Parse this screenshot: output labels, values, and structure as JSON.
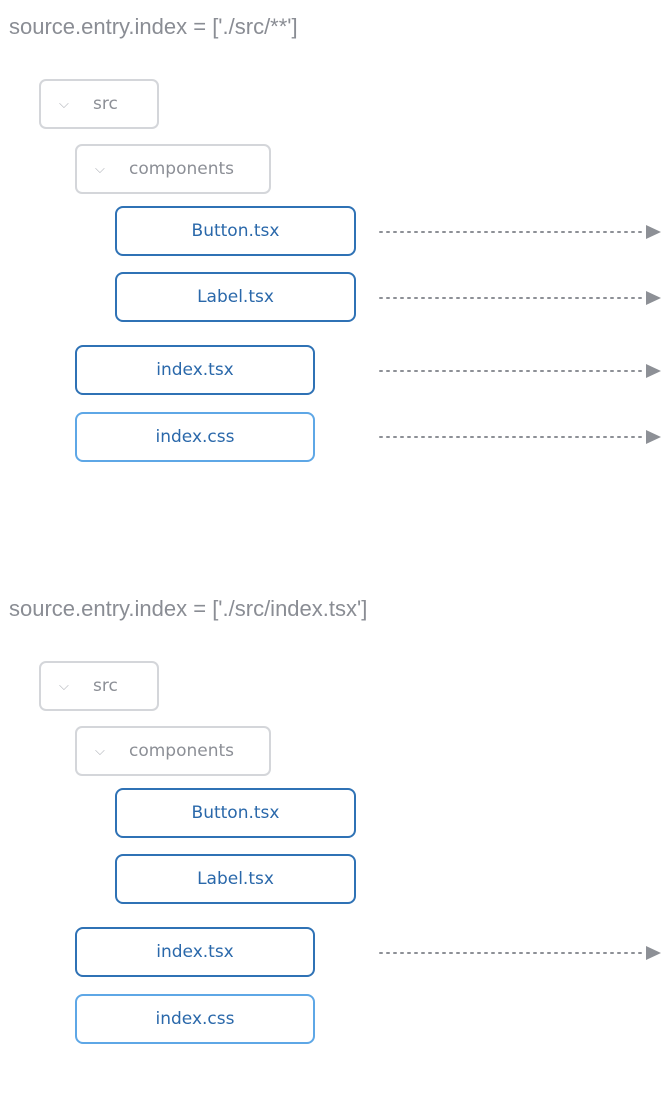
{
  "colors": {
    "title_text": "#8a8d94",
    "folder_border": "#d4d6da",
    "file_border": "#2f72b5",
    "css_file_border": "#5ea7e6",
    "arrow": "#8d9096"
  },
  "icons": {
    "folder_toggle": "chevron-down-icon",
    "arrow_head": "arrow-head-icon"
  },
  "diagrams": [
    {
      "title": "source.entry.index = ['./src/**']",
      "tree": {
        "root_folder": {
          "name": "src",
          "icon": "chevron-down-icon"
        },
        "sub_folder": {
          "name": "components",
          "icon": "chevron-down-icon"
        },
        "files": [
          {
            "name": "Button.tsx",
            "entry": true
          },
          {
            "name": "Label.tsx",
            "entry": true
          },
          {
            "name": "index.tsx",
            "entry": true
          },
          {
            "name": "index.css",
            "entry": true
          }
        ]
      }
    },
    {
      "title": "source.entry.index = ['./src/index.tsx']",
      "tree": {
        "root_folder": {
          "name": "src",
          "icon": "chevron-down-icon"
        },
        "sub_folder": {
          "name": "components",
          "icon": "chevron-down-icon"
        },
        "files": [
          {
            "name": "Button.tsx",
            "entry": false
          },
          {
            "name": "Label.tsx",
            "entry": false
          },
          {
            "name": "index.tsx",
            "entry": true
          },
          {
            "name": "index.css",
            "entry": false
          }
        ]
      }
    }
  ]
}
